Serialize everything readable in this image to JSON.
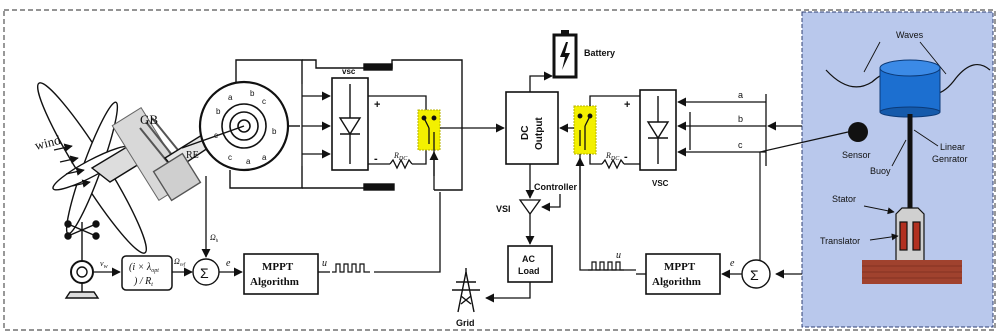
{
  "labels": {
    "wind": "wind",
    "gearbox": "GB",
    "rotor_end": "RE",
    "battery": "Battery",
    "vsc_left": "vsc",
    "vsc_right": "VSC",
    "dc_output_1": "DC",
    "dc_output_2": "Output",
    "controller": "Controller",
    "vsi": "VSI",
    "ac_load_1": "AC",
    "ac_load_2": "Load",
    "grid": "Grid",
    "mppt_left_1": "MPPT",
    "mppt_left_2": "Algorithm",
    "mppt_right_1": "MPPT",
    "mppt_right_2": "Algorithm",
    "tsr_formula_1": "(i × λ",
    "tsr_formula_opt": "opt",
    "tsr_formula_2": ") / R",
    "tsr_formula_t": "t",
    "sum_symbol": "Σ",
    "e_left": "e",
    "e_right": "e",
    "u_left": "u",
    "u_right": "u",
    "omega_ref": "Ω",
    "omega_ref_sub": "ref",
    "omega_h": "Ω",
    "omega_h_sub": "h",
    "v_w": "v",
    "v_w_sub": "w",
    "r_dc_left": "R",
    "r_dc_right": "R",
    "r_dc_sub": "DC",
    "plus_left": "+",
    "minus_left": "-",
    "plus_right": "+",
    "minus_right": "-",
    "phase_a": "a",
    "phase_b": "b",
    "phase_c": "c",
    "waves": "Waves",
    "sensor": "Sensor",
    "buoy": "Buoy",
    "linear_gen_1": "Linear",
    "linear_gen_2": "Genrator",
    "stator": "Stator",
    "translator": "Translator",
    "gen_a1": "a",
    "gen_b1": "b",
    "gen_c1": "c",
    "gen_a2": "a",
    "gen_b2": "b",
    "gen_c2": "c",
    "gen_a3": "a",
    "gen_b3": "b",
    "gen_c3": "c"
  },
  "colors": {
    "line": "#111111",
    "switch_fill": "#f3f000",
    "switch_border": "#b7b300",
    "wave_panel": "#b9c8ec",
    "wave_panel_border": "#2f3f73",
    "buoy": "#1c6fd0",
    "seabed": "#a0422e",
    "outer_border": "#555555"
  },
  "icons": {
    "battery": "battery-icon",
    "grid": "transmission-tower-icon",
    "anemometer": "anemometer-icon",
    "turbine": "wind-turbine-icon"
  }
}
